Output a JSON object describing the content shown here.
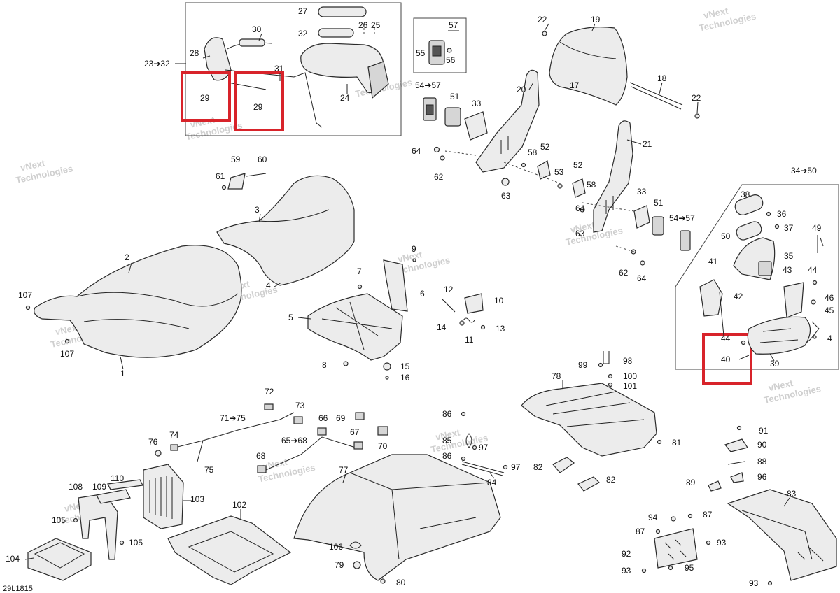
{
  "diagram_id": "29L1815",
  "watermark": [
    "vNext",
    "Technologies"
  ],
  "callouts": {
    "c1": "1",
    "c2": "2",
    "c3": "3",
    "c4": "4",
    "c4b": "4",
    "c5": "5",
    "c6": "6",
    "c7": "7",
    "c8": "8",
    "c9": "9",
    "c10": "10",
    "c11": "11",
    "c12": "12",
    "c13": "13",
    "c14": "14",
    "c15": "15",
    "c16": "16",
    "c17": "17",
    "c18": "18",
    "c19": "19",
    "c20": "20",
    "c21": "21",
    "c22a": "22",
    "c22b": "22",
    "c23": "23➔32",
    "c24": "24",
    "c25": "25",
    "c26": "26",
    "c27": "27",
    "c28": "28",
    "c29a": "29",
    "c29b": "29",
    "c30": "30",
    "c31": "31",
    "c32": "32",
    "c33a": "33",
    "c33b": "33",
    "c34": "34➔50",
    "c35": "35",
    "c36": "36",
    "c37": "37",
    "c38": "38",
    "c39": "39",
    "c40": "40",
    "c41": "41",
    "c42": "42",
    "c43": "43",
    "c44a": "44",
    "c44b": "44",
    "c45": "45",
    "c46": "46",
    "c49": "49",
    "c50": "50",
    "c51a": "51",
    "c51b": "51",
    "c52a": "52",
    "c52b": "52",
    "c53": "53",
    "c54a": "54➔57",
    "c54b": "54➔57",
    "c55": "55",
    "c56": "56",
    "c57": "57",
    "c58a": "58",
    "c58b": "58",
    "c59": "59",
    "c60": "60",
    "c61": "61",
    "c62a": "62",
    "c62b": "62",
    "c63a": "63",
    "c63b": "63",
    "c64a": "64",
    "c64b": "64",
    "c65": "65➔68",
    "c66": "66",
    "c67": "67",
    "c68": "68",
    "c69": "69",
    "c70": "70",
    "c71": "71➔75",
    "c72": "72",
    "c73": "73",
    "c74": "74",
    "c75": "75",
    "c76": "76",
    "c77": "77",
    "c78": "78",
    "c79": "79",
    "c80": "80",
    "c81": "81",
    "c82a": "82",
    "c82b": "82",
    "c83": "83",
    "c84": "84",
    "c85": "85",
    "c86a": "86",
    "c86b": "86",
    "c87a": "87",
    "c87b": "87",
    "c88": "88",
    "c89": "89",
    "c90": "90",
    "c91": "91",
    "c92": "92",
    "c93a": "93",
    "c93b": "93",
    "c93c": "93",
    "c94": "94",
    "c95": "95",
    "c96": "96",
    "c97a": "97",
    "c97b": "97",
    "c98": "98",
    "c99": "99",
    "c100": "100",
    "c101": "101",
    "c102": "102",
    "c103": "103",
    "c104": "104",
    "c105a": "105",
    "c105b": "105",
    "c106": "106",
    "c107a": "107",
    "c107b": "107",
    "c108": "108",
    "c109": "109",
    "c110": "110"
  },
  "highlight_color": "#d8232a"
}
